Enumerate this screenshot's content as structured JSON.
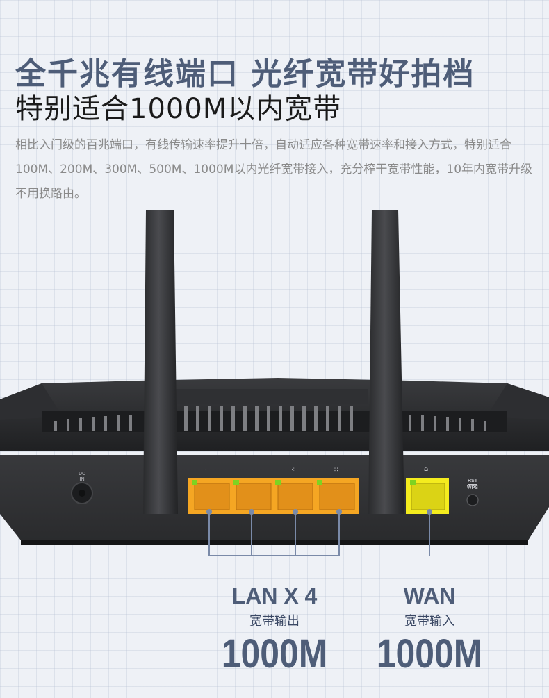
{
  "headline": "全千兆有线端口 光纤宽带好拍档",
  "subheadline": "特别适合1000M以内宽带",
  "description": "相比入门级的百兆端口，有线传输速率提升十倍，自动适应各种宽带速率和接入方式，特别适合100M、200M、300M、500M、1000M以内光纤宽带接入，充分榨干宽带性能，10年内宽带升级不用换路由。",
  "router_labels": {
    "dc_top": "DC",
    "dc_bottom": "IN",
    "rst": "RST",
    "wps": "WPS"
  },
  "lan": {
    "title": "LAN X 4",
    "subtitle": "宽带输出",
    "speed": "1000M",
    "port_color": "#f5a623"
  },
  "wan": {
    "title": "WAN",
    "subtitle": "宽带输入",
    "speed": "1000M",
    "port_color": "#f4ec1e"
  },
  "colors": {
    "accent": "#4e5d78",
    "router_body": "#2b2c2e"
  }
}
